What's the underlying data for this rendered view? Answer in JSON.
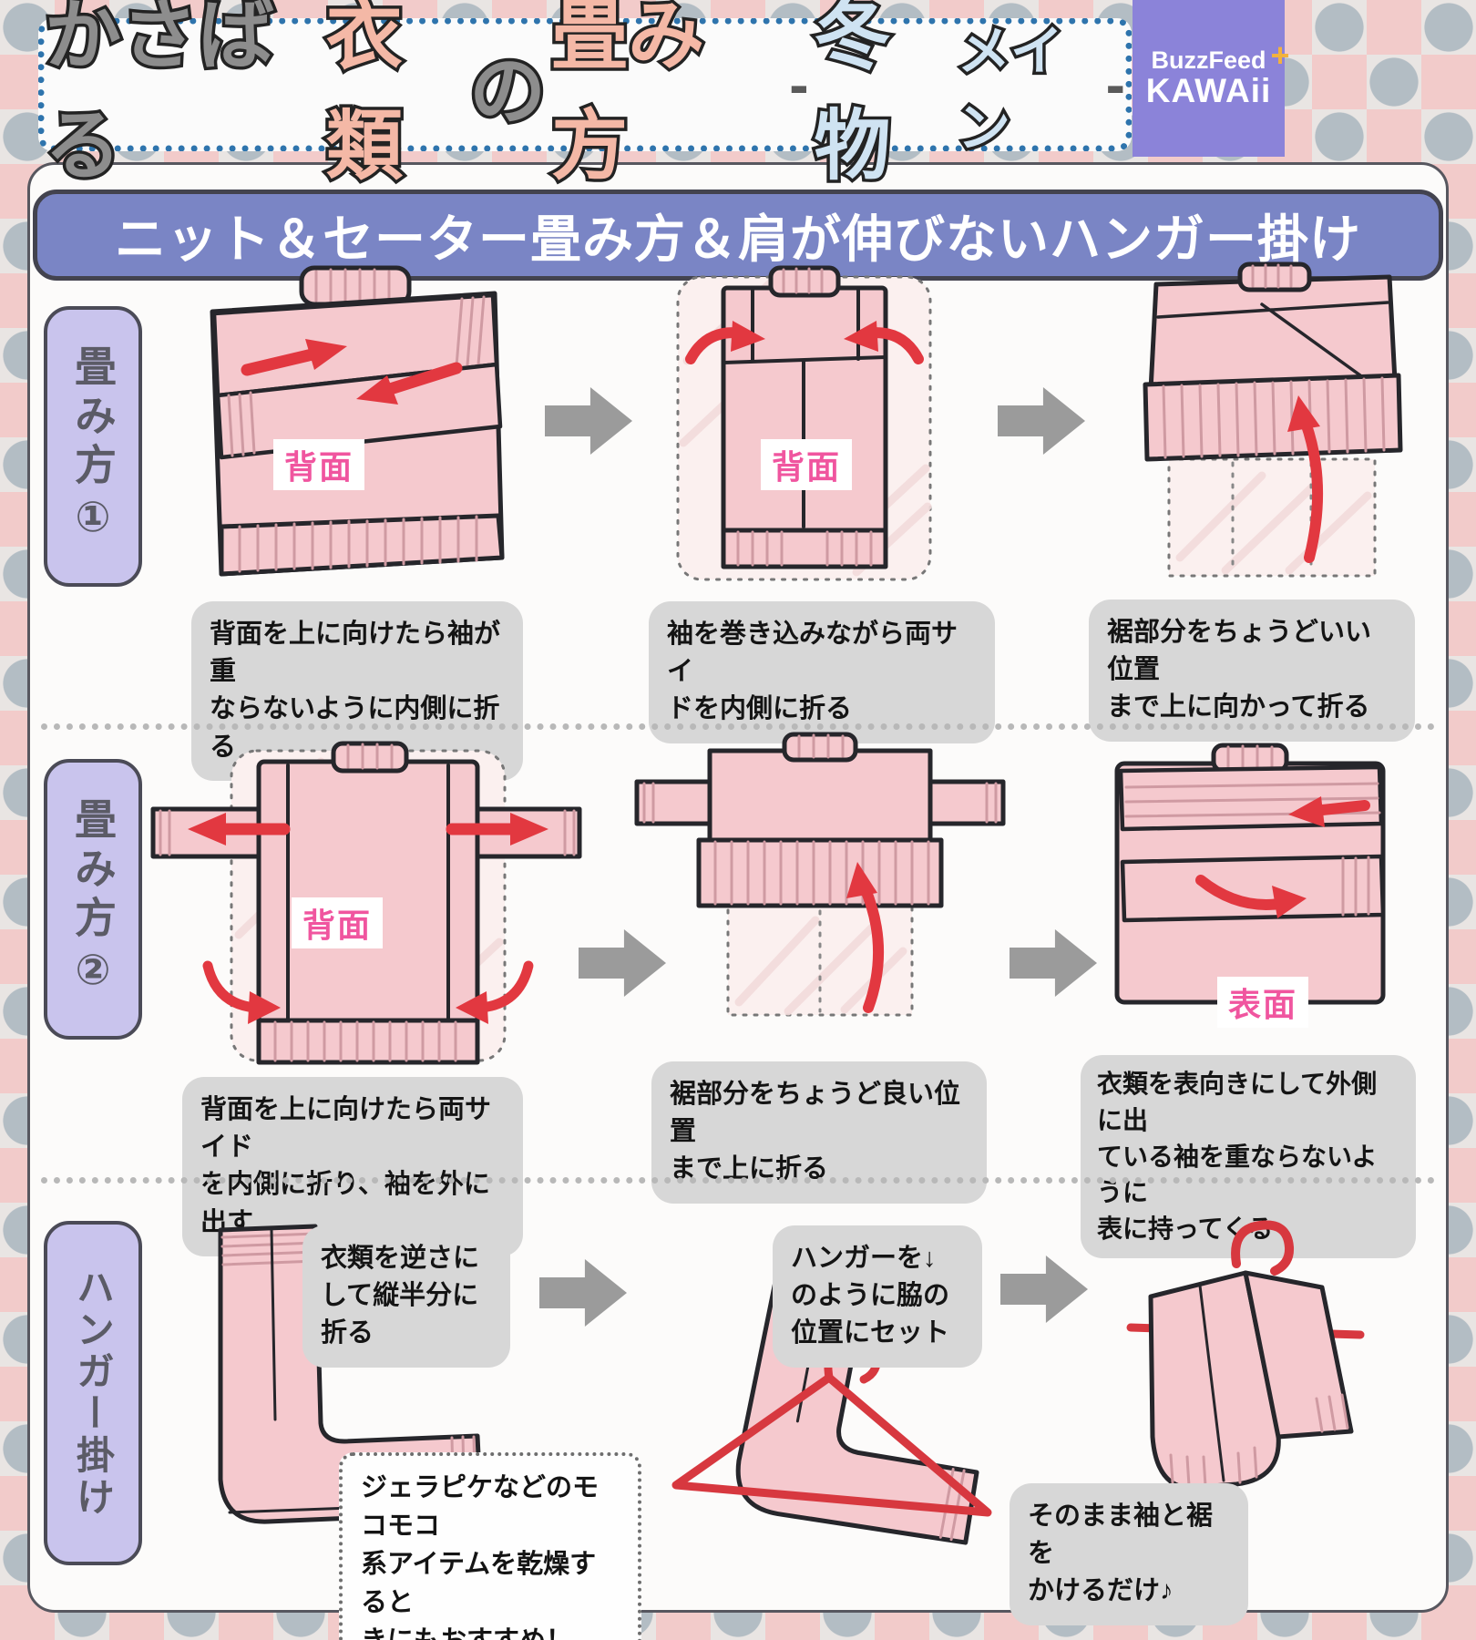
{
  "header": {
    "title": {
      "part1": "かさばる",
      "part2": "衣類",
      "part3": "の",
      "part4": "畳み方",
      "dash1": "-",
      "part5": "冬物",
      "part6": "メイン",
      "dash2": "-"
    },
    "logo": {
      "line1": "BuzzFeed",
      "plus": "+",
      "line2": "KAWAii"
    }
  },
  "banner": {
    "text": "ニット＆セーター畳み方＆肩が伸びないハンガー掛け"
  },
  "rows": [
    {
      "badge": "畳み方①",
      "steps": [
        {
          "face_label": "背面",
          "caption": "背面を上に向けたら袖が重\nならないように内側に折る"
        },
        {
          "face_label": "背面",
          "caption": "袖を巻き込みながら両サイ\nドを内側に折る"
        },
        {
          "caption": "裾部分をちょうどいい位置\nまで上に向かって折る"
        }
      ]
    },
    {
      "badge": "畳み方②",
      "steps": [
        {
          "face_label": "背面",
          "caption": "背面を上に向けたら両サイド\nを内側に折り、袖を外に出す"
        },
        {
          "caption": "裾部分をちょうど良い位置\nまで上に折る"
        },
        {
          "face_label": "表面",
          "caption": "衣類を表向きにして外側に出\nている袖を重ならないように\n表に持ってくる"
        }
      ]
    },
    {
      "badge": "ハンガー掛け",
      "steps": [
        {
          "caption": "衣類を逆さに\nして縦半分に\n折る"
        },
        {
          "caption": "ハンガーを↓\nのように脇の\n位置にセット"
        },
        {
          "caption": "そのまま袖と裾を\nかけるだけ♪"
        }
      ],
      "note": "ジェラピケなどのモコモコ\n系アイテムを乾燥すると\nきにもおすすめ！"
    }
  ],
  "colors": {
    "sweater_pink": "#f5c9ce",
    "arrow_red": "#e23840",
    "label_pink": "#f0559f",
    "banner_blue": "#7a85c5",
    "badge_purple": "#c9c4ed",
    "logo_purple": "#8b83d9",
    "title_salmon": "#f4b8a6",
    "title_blue": "#cfe3f2"
  }
}
